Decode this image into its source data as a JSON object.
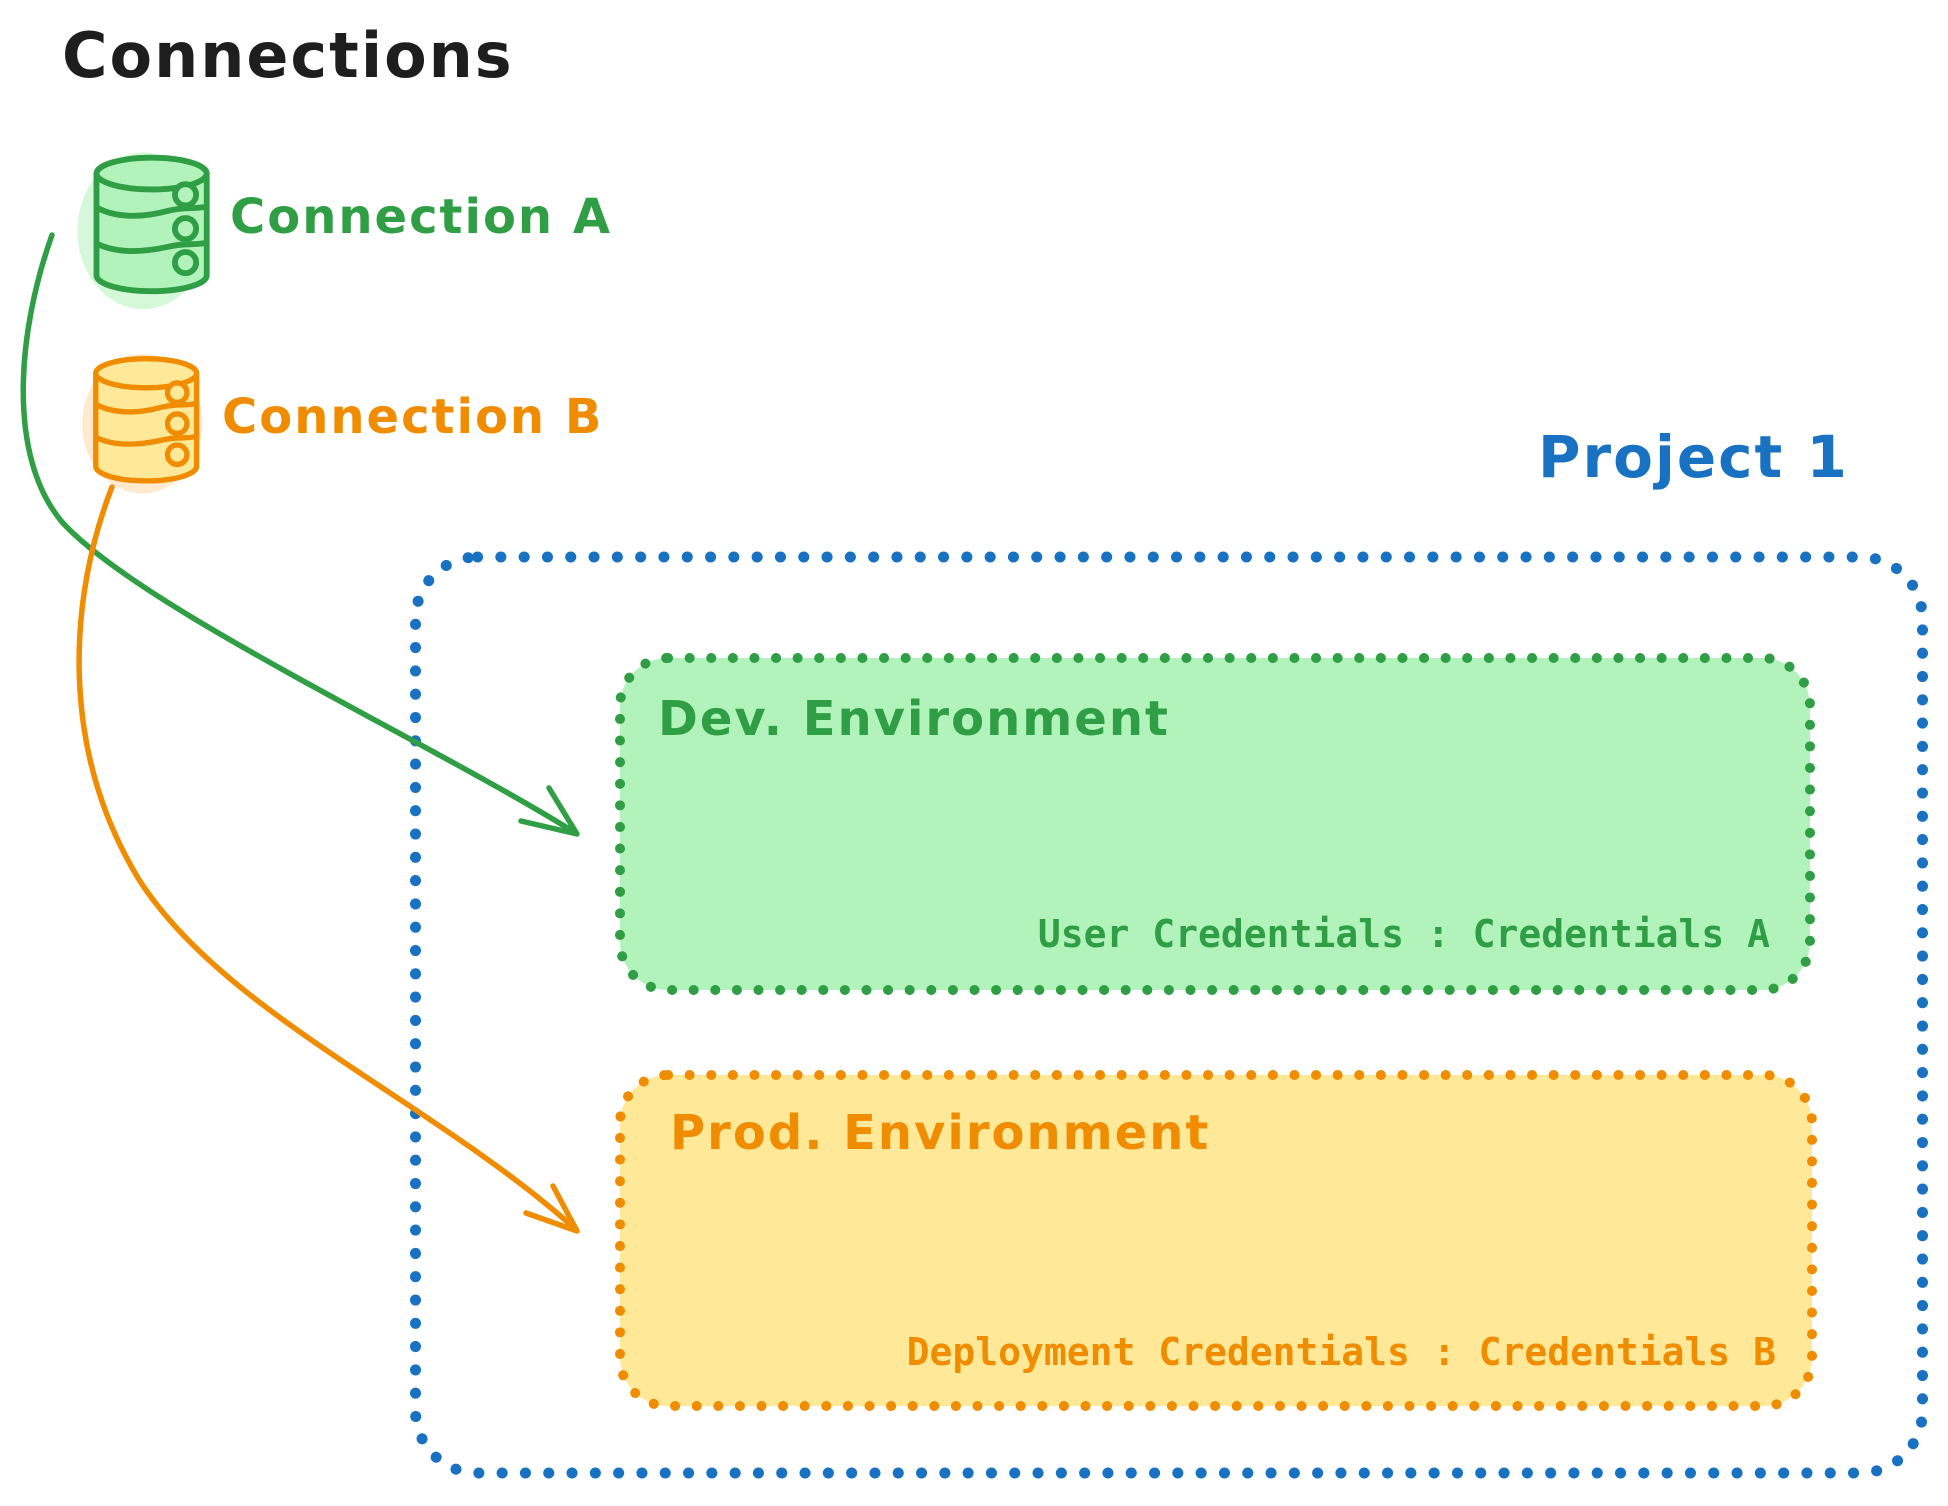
{
  "diagram_title": "Connections",
  "connections": [
    {
      "id": "connection-a",
      "label": "Connection A",
      "color": "#2f9e44",
      "icon": "database-icon"
    },
    {
      "id": "connection-b",
      "label": "Connection B",
      "color": "#f08c00",
      "icon": "database-icon"
    }
  ],
  "project": {
    "label": "Project 1",
    "color": "#1971c2",
    "environments": [
      {
        "name": "Dev. Environment",
        "credentials_label": "User Credentials : Credentials A",
        "stroke": "#2f9e44",
        "fill": "#b2f2bb"
      },
      {
        "name": "Prod. Environment",
        "credentials_label": "Deployment Credentials : Credentials B",
        "stroke": "#f08c00",
        "fill": "#ffe999"
      }
    ]
  },
  "arrows": [
    {
      "from": "Connection A",
      "to": "Dev. Environment",
      "color": "#2f9e44"
    },
    {
      "from": "Connection B",
      "to": "Prod. Environment",
      "color": "#f08c00"
    }
  ],
  "colors": {
    "ink": "#1e1e1e",
    "green": "#2f9e44",
    "green_fill": "#b2f2bb",
    "orange": "#f08c00",
    "yellow_fill": "#ffe999",
    "blue": "#1971c2",
    "background": "#ffffff"
  }
}
